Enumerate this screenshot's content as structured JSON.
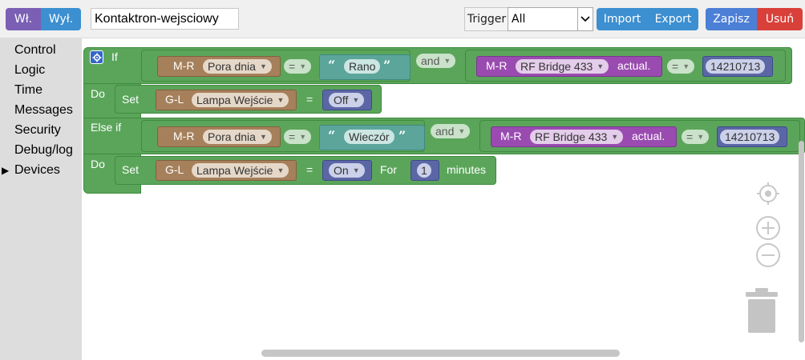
{
  "toolbar": {
    "on_label": "Wł.",
    "off_label": "Wył.",
    "script_name": "Kontaktron-wejsciowy",
    "trigger_label": "Trigger",
    "trigger_value": "All",
    "import_label": "Import",
    "export_label": "Export",
    "save_label": "Zapisz",
    "delete_label": "Usuń"
  },
  "toolbox": {
    "categories": [
      "Control",
      "Logic",
      "Time",
      "Messages",
      "Security",
      "Debug/log",
      "Devices"
    ],
    "selected": "Devices"
  },
  "blocks": {
    "if_label": "If",
    "do_label": "Do",
    "else_if_label": "Else if",
    "and_label": "and",
    "set_label": "Set",
    "for_label": "For",
    "minutes_label": "minutes",
    "cond1": {
      "device_type": "M-R",
      "device_name": "Pora dnia",
      "op": "=",
      "text_value": "Rano"
    },
    "cond2": {
      "device_type": "M-R",
      "device_name": "RF Bridge 433",
      "property": "actual.",
      "op": "=",
      "value": "14210713"
    },
    "action1": {
      "device_type": "G-L",
      "device_name": "Lampa Wejście",
      "op": "=",
      "state": "Off"
    },
    "cond3": {
      "device_type": "M-R",
      "device_name": "Pora dnia",
      "op": "=",
      "text_value": "Wieczór"
    },
    "cond4": {
      "device_type": "M-R",
      "device_name": "RF Bridge 433",
      "property": "actual.",
      "op": "=",
      "value": "14210713"
    },
    "action2": {
      "device_type": "G-L",
      "device_name": "Lampa Wejście",
      "op": "=",
      "state": "On",
      "duration": "1"
    }
  },
  "icons": {
    "gear": "gear-icon",
    "recenter": "recenter-icon",
    "zoom_in": "zoom-in-icon",
    "zoom_out": "zoom-out-icon",
    "trash": "trash-icon"
  },
  "colors": {
    "logic_green": "#5ba55b",
    "device_brown": "#a5805b",
    "text_teal": "#5ba59b",
    "device_purple": "#9a4bb0",
    "number_navy": "#5b67a5",
    "on_button": "#7a5fb5",
    "off_button": "#3c8fd0",
    "save_button": "#4c7fd6",
    "delete_button": "#d9403a"
  }
}
